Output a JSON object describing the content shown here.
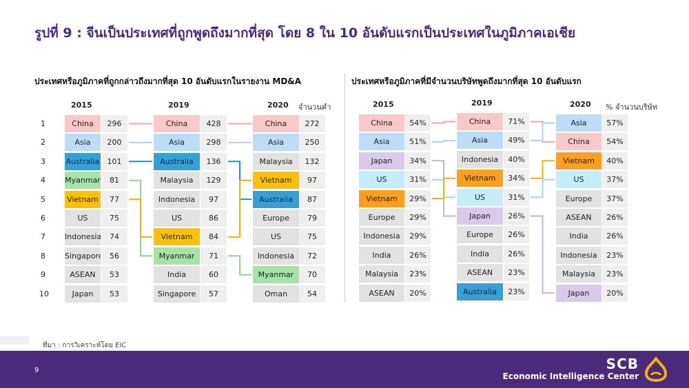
{
  "title": "รูปที่ 9 : จีนเป็นประเทศที่ถูกพูดถึงมากที่สุด โดย 8 ใน 10 อันดับแรกเป็นประเทศในภูมิภาคเอเชีย",
  "left_panel": {
    "subtitle": "ประเทศหรือภูมิภาคที่ถูกกล่าวถึงมากที่สุด 10 อันดับแรกในรายงาน MD&A",
    "value_header": "จำนวนคำ",
    "ranks": [
      "1",
      "2",
      "3",
      "4",
      "5",
      "6",
      "7",
      "8",
      "9",
      "10"
    ],
    "columns": [
      {
        "year": "2015",
        "items": [
          {
            "name": "China",
            "value": "296"
          },
          {
            "name": "Asia",
            "value": "200"
          },
          {
            "name": "Australia",
            "value": "101"
          },
          {
            "name": "Myanmar",
            "value": "81"
          },
          {
            "name": "Vietnam",
            "value": "77"
          },
          {
            "name": "US",
            "value": "75"
          },
          {
            "name": "Indonesia",
            "value": "74"
          },
          {
            "name": "Singapore",
            "value": "56"
          },
          {
            "name": "ASEAN",
            "value": "53"
          },
          {
            "name": "Japan",
            "value": "53"
          }
        ]
      },
      {
        "year": "2019",
        "items": [
          {
            "name": "China",
            "value": "428"
          },
          {
            "name": "Asia",
            "value": "298"
          },
          {
            "name": "Australia",
            "value": "136"
          },
          {
            "name": "Malaysia",
            "value": "129"
          },
          {
            "name": "Indonesia",
            "value": "97"
          },
          {
            "name": "US",
            "value": "86"
          },
          {
            "name": "Vietnam",
            "value": "84"
          },
          {
            "name": "Myanmar",
            "value": "71"
          },
          {
            "name": "India",
            "value": "60"
          },
          {
            "name": "Singapore",
            "value": "57"
          }
        ]
      },
      {
        "year": "2020",
        "items": [
          {
            "name": "China",
            "value": "272"
          },
          {
            "name": "Asia",
            "value": "250"
          },
          {
            "name": "Malaysia",
            "value": "132"
          },
          {
            "name": "Vietnam",
            "value": "97"
          },
          {
            "name": "Australia",
            "value": "87"
          },
          {
            "name": "Europe",
            "value": "79"
          },
          {
            "name": "US",
            "value": "75"
          },
          {
            "name": "Indonesia",
            "value": "72"
          },
          {
            "name": "Myanmar",
            "value": "70"
          },
          {
            "name": "Oman",
            "value": "54"
          }
        ]
      }
    ]
  },
  "right_panel": {
    "subtitle": "ประเทศหรือภูมิภาคที่มีจำนวนบริษัทพูดถึงมากที่สุด 10 อันดับแรก",
    "value_header": "% จำนวนบริษัท",
    "columns": [
      {
        "year": "2015",
        "items": [
          {
            "name": "China",
            "value": "54%"
          },
          {
            "name": "Asia",
            "value": "51%"
          },
          {
            "name": "Japan",
            "value": "34%"
          },
          {
            "name": "US",
            "value": "31%"
          },
          {
            "name": "Vietnam",
            "value": "29%"
          },
          {
            "name": "Europe",
            "value": "29%"
          },
          {
            "name": "Indonesia",
            "value": "29%"
          },
          {
            "name": "India",
            "value": "26%"
          },
          {
            "name": "Malaysia",
            "value": "23%"
          },
          {
            "name": "ASEAN",
            "value": "20%"
          }
        ]
      },
      {
        "year": "2019",
        "items": [
          {
            "name": "China",
            "value": "71%"
          },
          {
            "name": "Asia",
            "value": "49%"
          },
          {
            "name": "Indonesia",
            "value": "40%"
          },
          {
            "name": "Vietnam",
            "value": "34%"
          },
          {
            "name": "US",
            "value": "31%"
          },
          {
            "name": "Japan",
            "value": "26%"
          },
          {
            "name": "Europe",
            "value": "26%"
          },
          {
            "name": "India",
            "value": "26%"
          },
          {
            "name": "ASEAN",
            "value": "23%"
          },
          {
            "name": "Australia",
            "value": "23%"
          }
        ]
      },
      {
        "year": "2020",
        "items": [
          {
            "name": "Asia",
            "value": "57%"
          },
          {
            "name": "China",
            "value": "54%"
          },
          {
            "name": "Vietnam",
            "value": "40%"
          },
          {
            "name": "US",
            "value": "37%"
          },
          {
            "name": "Europe",
            "value": "37%"
          },
          {
            "name": "ASEAN",
            "value": "26%"
          },
          {
            "name": "India",
            "value": "26%"
          },
          {
            "name": "Indonesia",
            "value": "23%"
          },
          {
            "name": "Malaysia",
            "value": "23%"
          },
          {
            "name": "Japan",
            "value": "20%"
          }
        ]
      }
    ]
  },
  "highlight_colors": {
    "China": "#f9c9c9",
    "Asia": "#bcdcf8",
    "Australia": "#33a1d8",
    "Myanmar": "#a6e3a6",
    "Vietnam": "#ffc000",
    "Japan": "#d9c9ea",
    "US": "#c4ecfb",
    "Vietnam_right": "#ff9f1c",
    "default": "#e2e2e2"
  },
  "source": "ที่มา : การวิเคราะห์โดย EIC",
  "footer": {
    "page_number": "9",
    "brand": "SCB",
    "brand_sub": "Economic Intelligence Center",
    "bg_color": "#4b2a7b"
  }
}
